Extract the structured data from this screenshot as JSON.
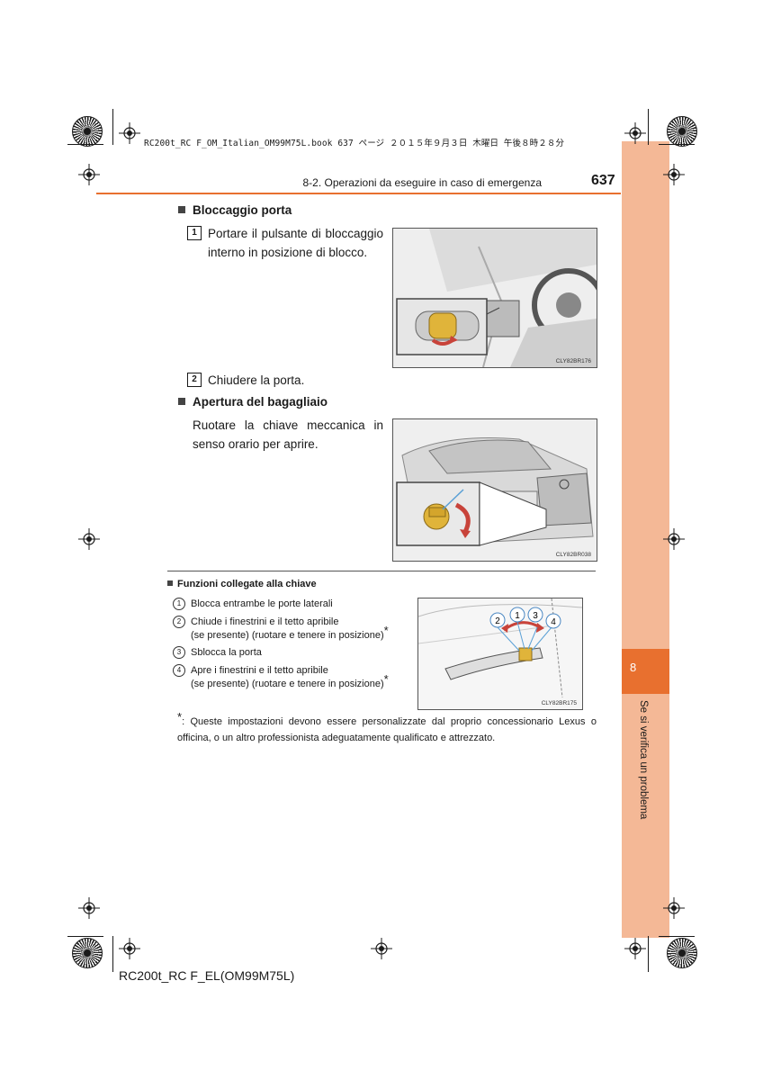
{
  "header": {
    "meta_line": "RC200t_RC F_OM_Italian_OM99M75L.book  637 ページ  ２０１５年９月３日  木曜日  午後８時２８分",
    "section_title": "8-2. Operazioni da eseguire in caso di emergenza",
    "page_number": "637"
  },
  "side_tab": {
    "chapter_number": "8",
    "chapter_label": "Se si verifica un problema"
  },
  "blocc": {
    "heading": "Bloccaggio porta",
    "step1_num": "1",
    "step1_text": "Portare il pulsante di bloccaggio interno in posizione di blocco.",
    "step2_num": "2",
    "step2_text": "Chiudere la porta.",
    "figure_code": "CLY82BR176"
  },
  "trunk": {
    "heading": "Apertura del bagagliaio",
    "text": "Ruotare la chiave meccanica in senso orario per aprire.",
    "figure_code": "CLY82BR038"
  },
  "funzioni": {
    "title": "Funzioni collegate alla chiave",
    "items": [
      {
        "num": "1",
        "line1": "Blocca entrambe le porte laterali",
        "line2": "",
        "star": ""
      },
      {
        "num": "2",
        "line1": "Chiude i finestrini e il tetto apribile",
        "line2": "(se presente) (ruotare e tenere in posizione)",
        "star": "*"
      },
      {
        "num": "3",
        "line1": "Sblocca la porta",
        "line2": "",
        "star": ""
      },
      {
        "num": "4",
        "line1": "Apre i finestrini e il tetto apribile",
        "line2": "(se presente) (ruotare e tenere in posizione)",
        "star": "*"
      }
    ],
    "figure_code": "CLY82BR175",
    "figure_labels": [
      "2",
      "1",
      "3",
      "4"
    ]
  },
  "footnote": {
    "mark": "*",
    "text": ": Queste impostazioni devono essere personalizzate dal proprio concessionario Lexus o officina, o un altro professionista adeguatamente qualificato e attrezzato."
  },
  "footer": {
    "model": "RC200t_RC F_EL(OM99M75L)"
  },
  "colors": {
    "accent_orange": "#e8702f",
    "tab_peach": "#f4b896"
  }
}
